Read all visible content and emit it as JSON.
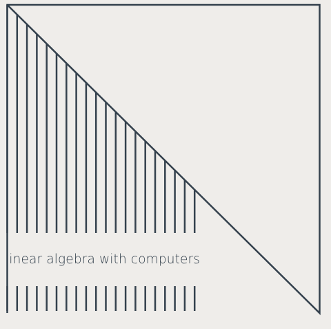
{
  "caption": "linear algebra with computers",
  "colors": {
    "background": "#efedea",
    "ink": "#34414d"
  },
  "logo": {
    "upper_stripe_count": 20,
    "lower_stripe_count": 20
  }
}
